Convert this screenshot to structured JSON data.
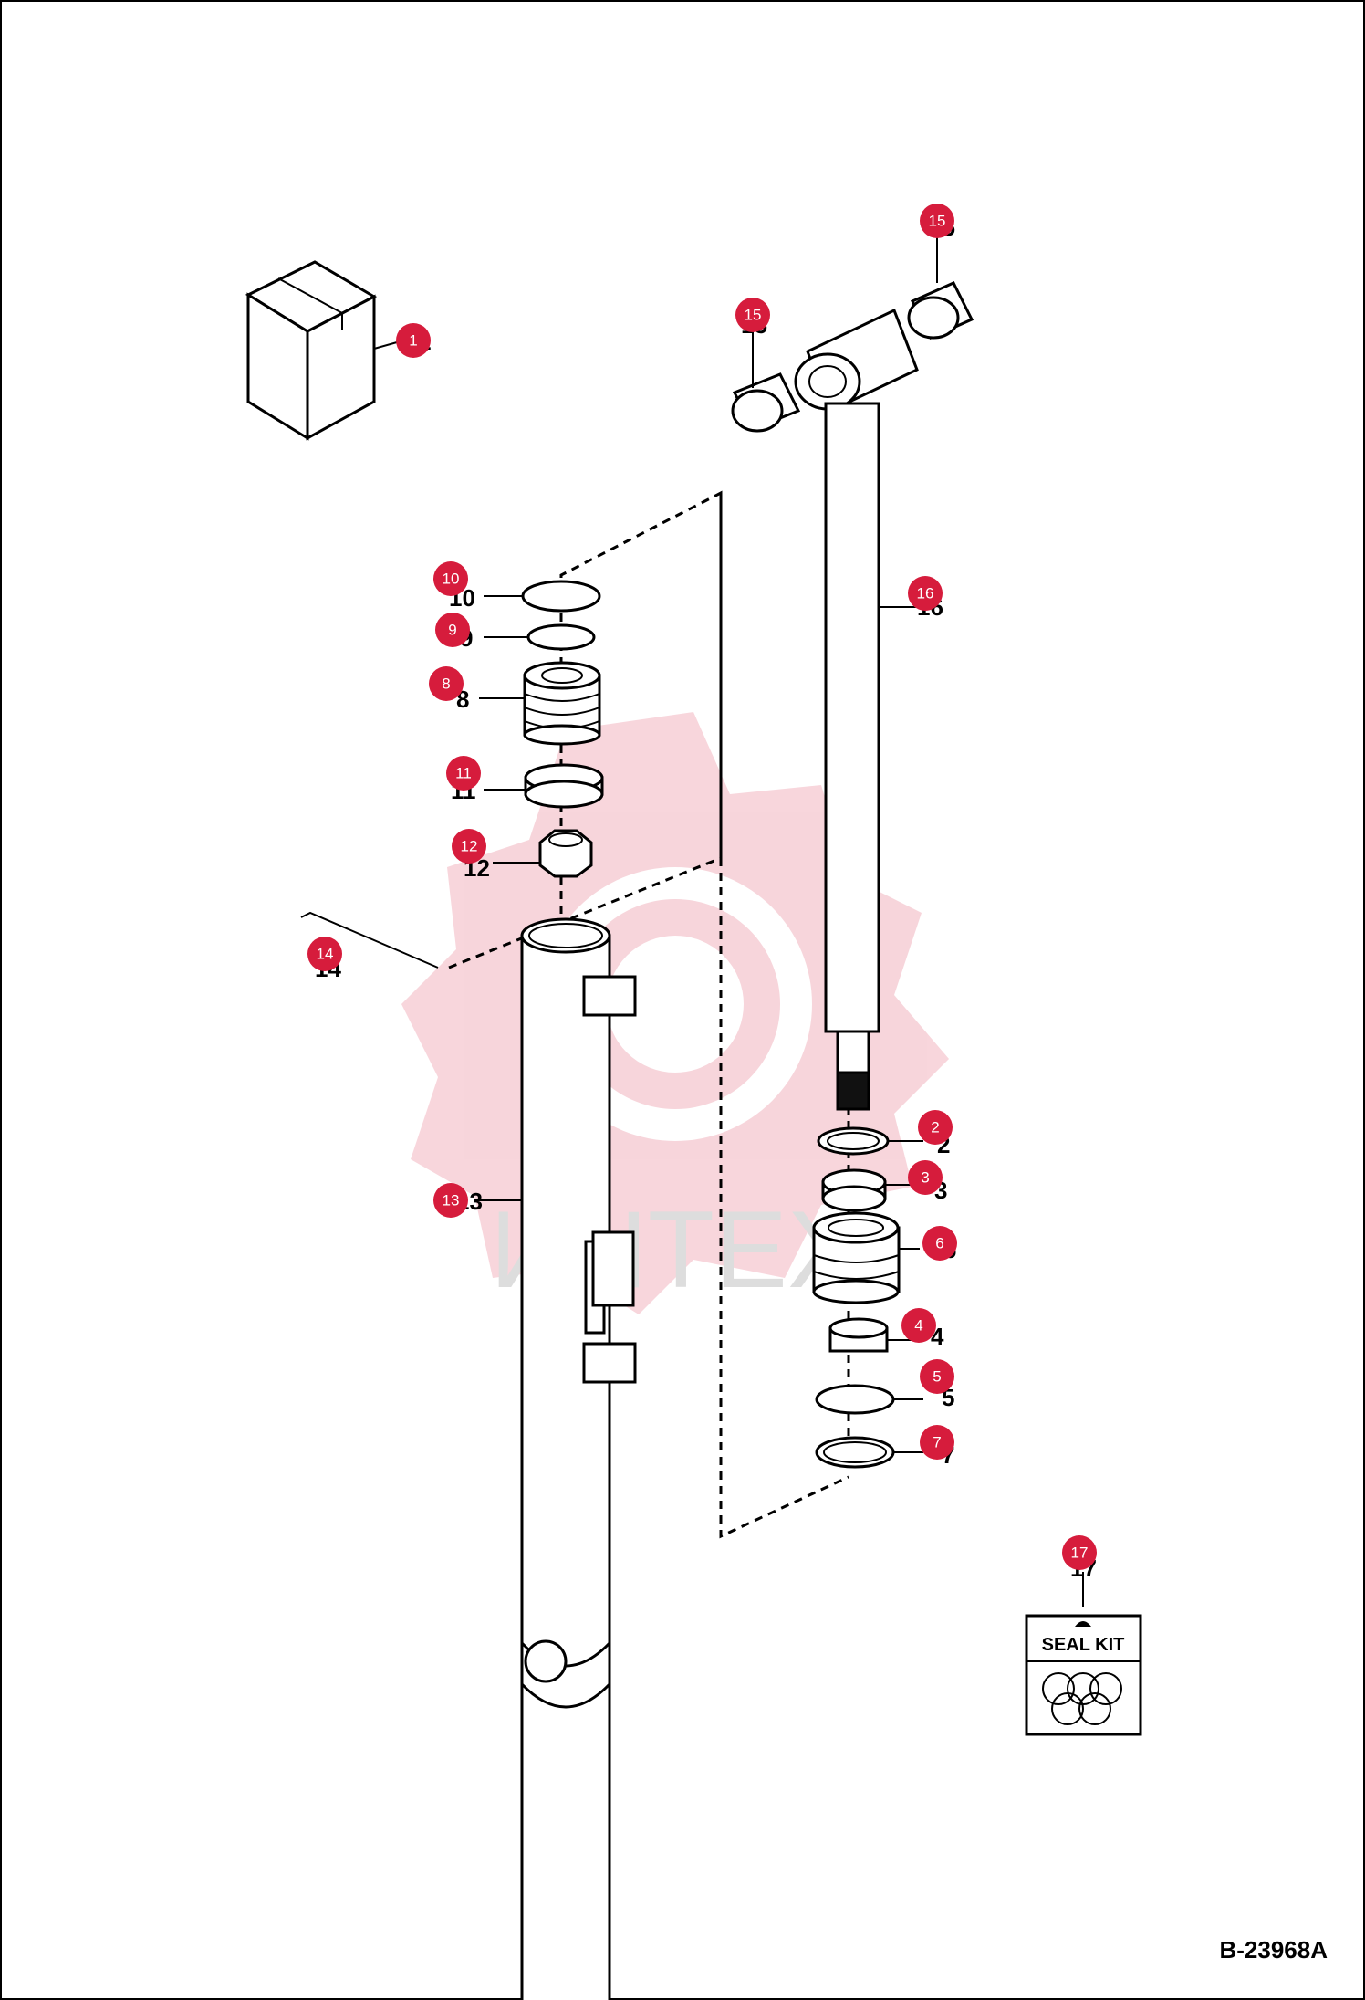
{
  "drawing_code": "B-23968A",
  "watermark_text": "ИНТЕХ",
  "seal_kit_label": "SEAL KIT",
  "accent_color": "#d61c3c",
  "callouts": [
    {
      "id": "1",
      "printed": "1"
    },
    {
      "id": "2",
      "printed": "2"
    },
    {
      "id": "3",
      "printed": "3"
    },
    {
      "id": "4",
      "printed": "4"
    },
    {
      "id": "5",
      "printed": "5"
    },
    {
      "id": "6",
      "printed": "6"
    },
    {
      "id": "7",
      "printed": "7"
    },
    {
      "id": "8",
      "printed": "8"
    },
    {
      "id": "9",
      "printed": "9"
    },
    {
      "id": "10",
      "printed": "10"
    },
    {
      "id": "11",
      "printed": "11"
    },
    {
      "id": "12",
      "printed": "12"
    },
    {
      "id": "13",
      "printed": "13"
    },
    {
      "id": "14",
      "printed": "14"
    },
    {
      "id": "15",
      "printed": "15"
    },
    {
      "id": "15",
      "printed": "15"
    },
    {
      "id": "16",
      "printed": "16"
    },
    {
      "id": "17",
      "printed": "17"
    }
  ]
}
